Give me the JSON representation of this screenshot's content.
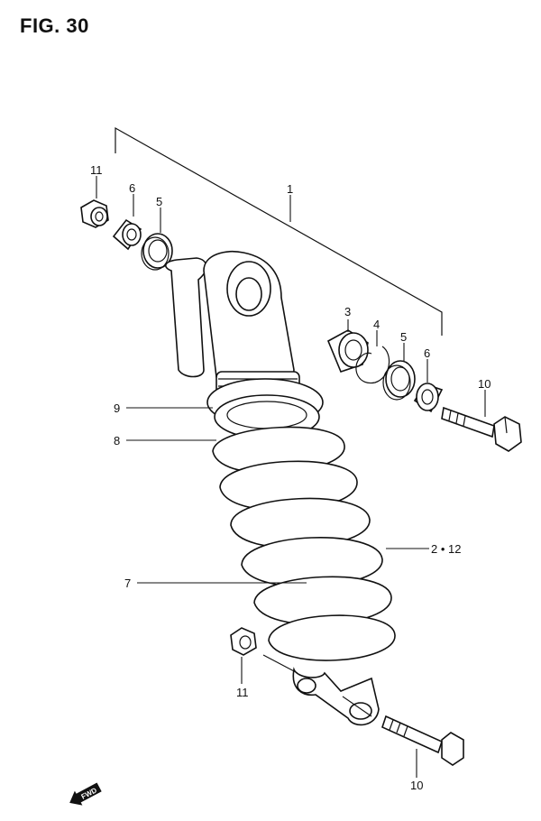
{
  "figure": {
    "title": "FIG. 30"
  },
  "callouts": {
    "c1": "1",
    "c2_12": "2 • 12",
    "c3": "3",
    "c4": "4",
    "c5_top": "5",
    "c5_right": "5",
    "c6_top": "6",
    "c6_right": "6",
    "c7": "7",
    "c8": "8",
    "c9": "9",
    "c10_top": "10",
    "c10_bottom": "10",
    "c11_top": "11",
    "c11_bottom": "11"
  },
  "direction_marker": {
    "label": "FWD",
    "icon": "arrow-left-icon"
  }
}
